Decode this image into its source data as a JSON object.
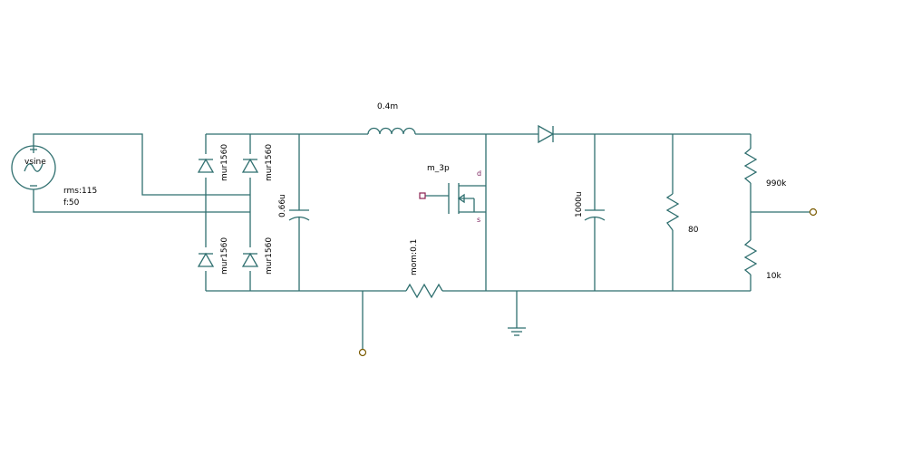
{
  "source": {
    "name": "vsine",
    "rms": "rms:115",
    "freq": "f:50"
  },
  "bridge": {
    "d1": "mur1560",
    "d2": "mur1560",
    "d3": "mur1560",
    "d4": "mur1560"
  },
  "input_cap": "0.66u",
  "inductor": "0.4m",
  "mosfet": {
    "name": "m_3p",
    "drain": "d",
    "source": "s"
  },
  "sense_resistor": "mom:0.1",
  "output_cap": "1000u",
  "load_resistor": "80",
  "divider": {
    "top": "990k",
    "bottom": "10k"
  },
  "colors": {
    "wire": "#2f6f6f",
    "pin_label": "#7a1f5c",
    "port": "#7a5a00",
    "gate_port": "#8b2252"
  }
}
